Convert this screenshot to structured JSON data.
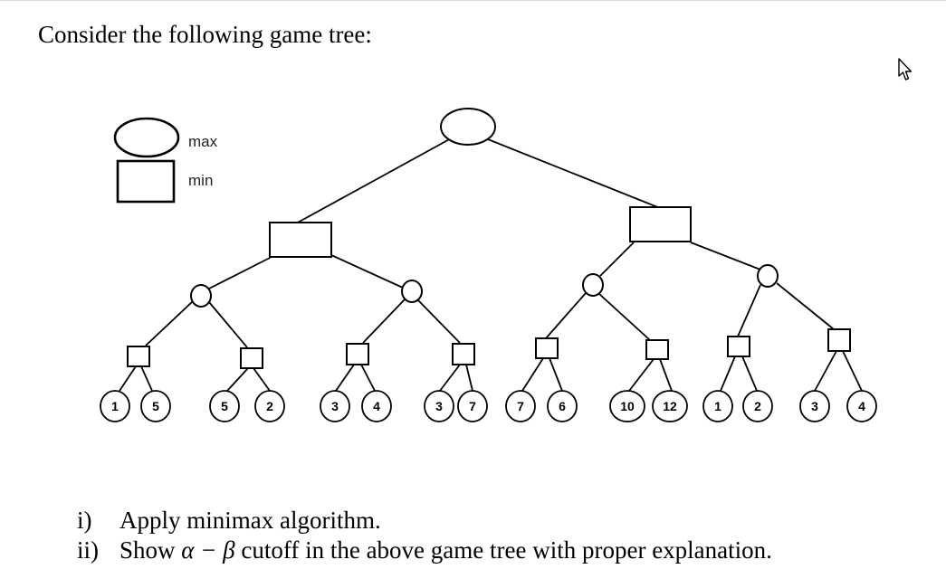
{
  "title": "Consider the following game tree:",
  "legend": {
    "max_label": "max",
    "min_label": "min"
  },
  "tree": {
    "root_type": "max",
    "levels": [
      "max",
      "min",
      "max",
      "min",
      "leaf"
    ],
    "leaf_values": [
      "1",
      "5",
      "5",
      "2",
      "3",
      "4",
      "3",
      "7",
      "7",
      "6",
      "10",
      "12",
      "1",
      "2",
      "3",
      "4"
    ]
  },
  "questions": [
    {
      "number": "i)",
      "text": "Apply minimax algorithm."
    },
    {
      "number": "ii)",
      "pre": "Show ",
      "math": "α − β",
      "post": " cutoff in the above game tree with proper explanation."
    }
  ],
  "icons": {
    "cursor": "mouse-pointer-icon"
  }
}
